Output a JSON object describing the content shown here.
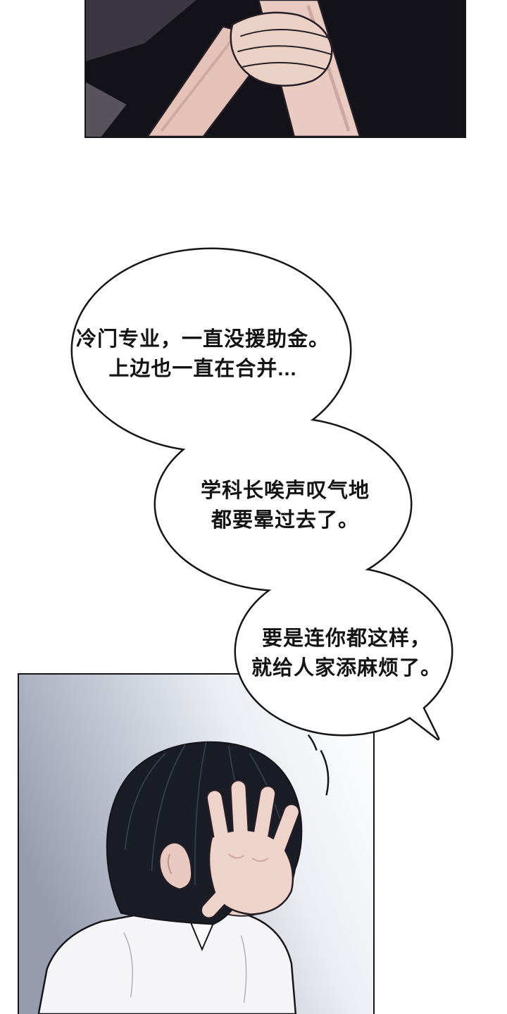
{
  "page": {
    "kind": "comic-page"
  },
  "bubbles": [
    {
      "lines": [
        "冷门专业，一直没援助金。",
        "上边也一直在合并..."
      ]
    },
    {
      "lines": [
        "学科长唉声叹气地",
        "都要晕过去了。"
      ]
    },
    {
      "lines": [
        "要是连你都这样，",
        "就给人家添麻烦了。"
      ]
    }
  ],
  "panels": {
    "top": {
      "subject": "hand-gripping-wrist"
    },
    "bottom": {
      "subject": "man-covering-face-with-hand"
    }
  },
  "colors": {
    "ink": "#16161a",
    "outline": "#241d26",
    "skin": "#e9cbc1",
    "skin_shadow": "#c9a29a",
    "hair": "#1a1d25",
    "dark_panel_bg": "#141219",
    "bubble_fill": "#ffffff",
    "shirt": "#f5f5f7"
  }
}
